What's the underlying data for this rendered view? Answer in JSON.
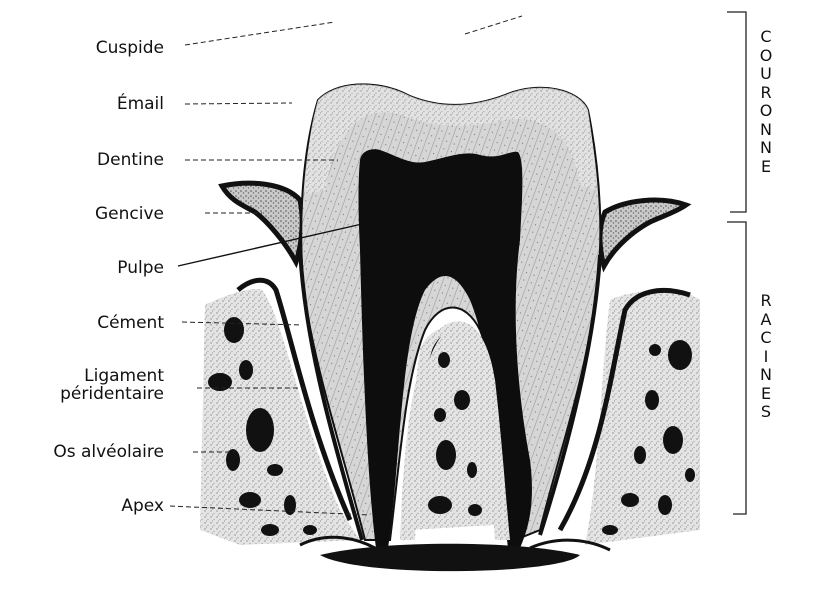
{
  "labels": {
    "cuspide": "Cuspide",
    "email": "Émail",
    "dentine": "Dentine",
    "gencive": "Gencive",
    "pulpe": "Pulpe",
    "cement": "Cément",
    "ligament_line1": "Ligament",
    "ligament_line2": "péridentaire",
    "os": "Os alvéolaire",
    "apex": "Apex"
  },
  "sections": {
    "crown": "COURONNE",
    "roots": "RACINES"
  },
  "colors": {
    "ink": "#111111",
    "pulp": "#0d0d0d",
    "enamel": "#d9d9d9",
    "bone": "#ececec"
  }
}
